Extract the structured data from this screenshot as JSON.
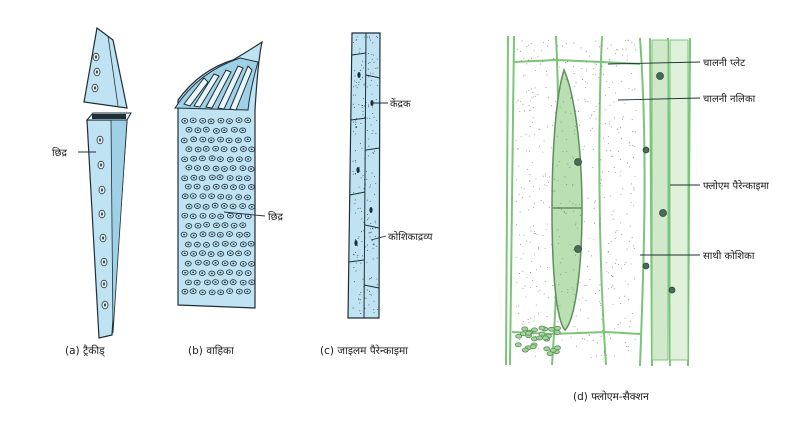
{
  "colors": {
    "cell_fill": "#bfe3f2",
    "cell_fill_dark": "#9fd0e6",
    "outline": "#1f2f38",
    "phloem_green": "#7cc47a",
    "phloem_fill": "#b9dfb3",
    "phloem_dark": "#5f8f5c"
  },
  "panels": {
    "a": {
      "caption": "(a) ट्रैकीड्",
      "label_pit": "छिद्र"
    },
    "b": {
      "caption": "(b) वाहिका",
      "label_pit": "छिद्र"
    },
    "c": {
      "caption": "(c) जाइलम पैरेन्काइमा",
      "label_nucleus": "केंद्रक",
      "label_cytoplasm": "कोशिकाद्रव्य"
    },
    "d": {
      "caption": "(d) फ्लोएम-सैक्शन",
      "label_sieve_plate": "चालनी प्लेट",
      "label_sieve_tube": "चालनी नलिका",
      "label_phloem_parenchyma": "फ्लोएम पैरेन्काइमा",
      "label_companion_cell": "साथी कोशिका"
    }
  }
}
